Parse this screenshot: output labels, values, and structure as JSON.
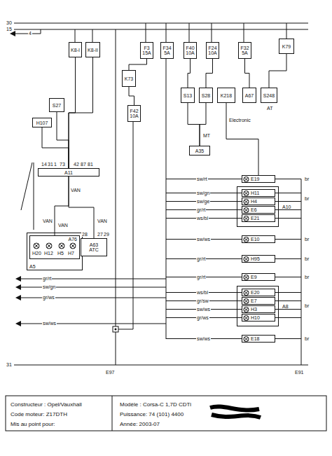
{
  "diagram": {
    "nodes": [
      {
        "text": [
          "K8-I"
        ]
      },
      {
        "text": [
          "K8-II"
        ]
      },
      {
        "text": [
          "K73"
        ]
      },
      {
        "text": [
          "F3",
          "15A"
        ]
      },
      {
        "text": [
          "F34",
          "5A"
        ]
      },
      {
        "text": [
          "F40",
          "10A"
        ]
      },
      {
        "text": [
          "F24",
          "10A"
        ]
      },
      {
        "text": [
          "F32",
          "5A"
        ]
      },
      {
        "text": [
          "K79"
        ]
      },
      {
        "text": [
          "F42",
          "10A"
        ]
      },
      {
        "text": [
          "S27"
        ]
      },
      {
        "text": [
          "H107"
        ]
      },
      {
        "text": [
          "S13"
        ]
      },
      {
        "text": [
          "S28"
        ]
      },
      {
        "text": [
          "K218"
        ]
      },
      {
        "text": [
          "A67"
        ]
      },
      {
        "text": [
          "S248"
        ]
      },
      {
        "text": [
          "A35"
        ]
      },
      {
        "text": [
          "A11"
        ]
      },
      {
        "text": [
          "A5"
        ]
      },
      {
        "text": [
          "A76"
        ],
        "in": 19
      },
      {
        "text": [
          "A63",
          "ATC"
        ]
      },
      {
        "text": [
          "E19"
        ]
      },
      {
        "text": [
          "A10"
        ]
      },
      {
        "text": [
          "H11"
        ],
        "in": 23
      },
      {
        "text": [
          "H4"
        ],
        "in": 23
      },
      {
        "text": [
          "E6"
        ],
        "in": 23
      },
      {
        "text": [
          "E21"
        ],
        "in": 23
      },
      {
        "text": [
          "E10"
        ]
      },
      {
        "text": [
          "H95"
        ]
      },
      {
        "text": [
          "E9"
        ]
      },
      {
        "text": [
          "A8"
        ]
      },
      {
        "text": [
          "E20"
        ],
        "in": 31
      },
      {
        "text": [
          "E7"
        ],
        "in": 31
      },
      {
        "text": [
          "H3"
        ],
        "in": 31
      },
      {
        "text": [
          "H10"
        ],
        "in": 31
      },
      {
        "text": [
          "E18"
        ]
      }
    ],
    "edges": [
      {
        "from": 3,
        "to": 2,
        "arrow": "none"
      },
      {
        "from": 2,
        "to": 9,
        "arrow": "none"
      },
      {
        "from": 0,
        "to": 18,
        "arrow": "none"
      },
      {
        "from": 1,
        "to": 18,
        "arrow": "none"
      },
      {
        "from": 10,
        "to": 18,
        "arrow": "none"
      },
      {
        "from": 11,
        "to": 18,
        "arrow": "none"
      },
      {
        "from": 5,
        "to": 12,
        "arrow": "none"
      },
      {
        "from": 6,
        "to": 13,
        "arrow": "none"
      },
      {
        "from": 7,
        "to": 15,
        "arrow": "none"
      },
      {
        "from": 8,
        "to": 16,
        "arrow": "none"
      },
      {
        "from": 12,
        "to": 17,
        "arrow": "none"
      },
      {
        "from": 13,
        "to": 17,
        "arrow": "none"
      },
      {
        "from": 18,
        "to": 20,
        "arrow": "none"
      },
      {
        "from": 18,
        "to": 21,
        "arrow": "none"
      },
      {
        "from": 14,
        "to": 22,
        "arrow": "none"
      }
    ],
    "labels": [
      "30",
      "15",
      "31",
      "4",
      "14",
      "31",
      "1",
      "73",
      "42",
      "87",
      "81",
      "VAN",
      "VAN",
      "VAN",
      "VAN",
      "H20",
      "H12",
      "H5",
      "H7",
      "28",
      "27",
      "29",
      "MT",
      "Electronic",
      "AT",
      "E97",
      "E91",
      "sw/rt",
      "sw/gn",
      "sw/ge",
      "gr/rt",
      "ws/bl",
      "sw/ws",
      "gr/rt",
      "gr/rt",
      "ws/bl",
      "gr/sw",
      "sw/ws",
      "gr/ws",
      "sw/ws",
      "gr/rt",
      "sw/gn",
      "gr/ws",
      "sw/ws",
      "br",
      "br",
      "br",
      "br",
      "br",
      "br",
      "br",
      "Constructeur : Opel/Vauxhall",
      "Code moteur: Z17DTH",
      "Mis au point pour:",
      "Modèle : Corsa-C 1,7D CDTi",
      "Puissance: 74 (101) 4400",
      "Année: 2003-07"
    ]
  }
}
